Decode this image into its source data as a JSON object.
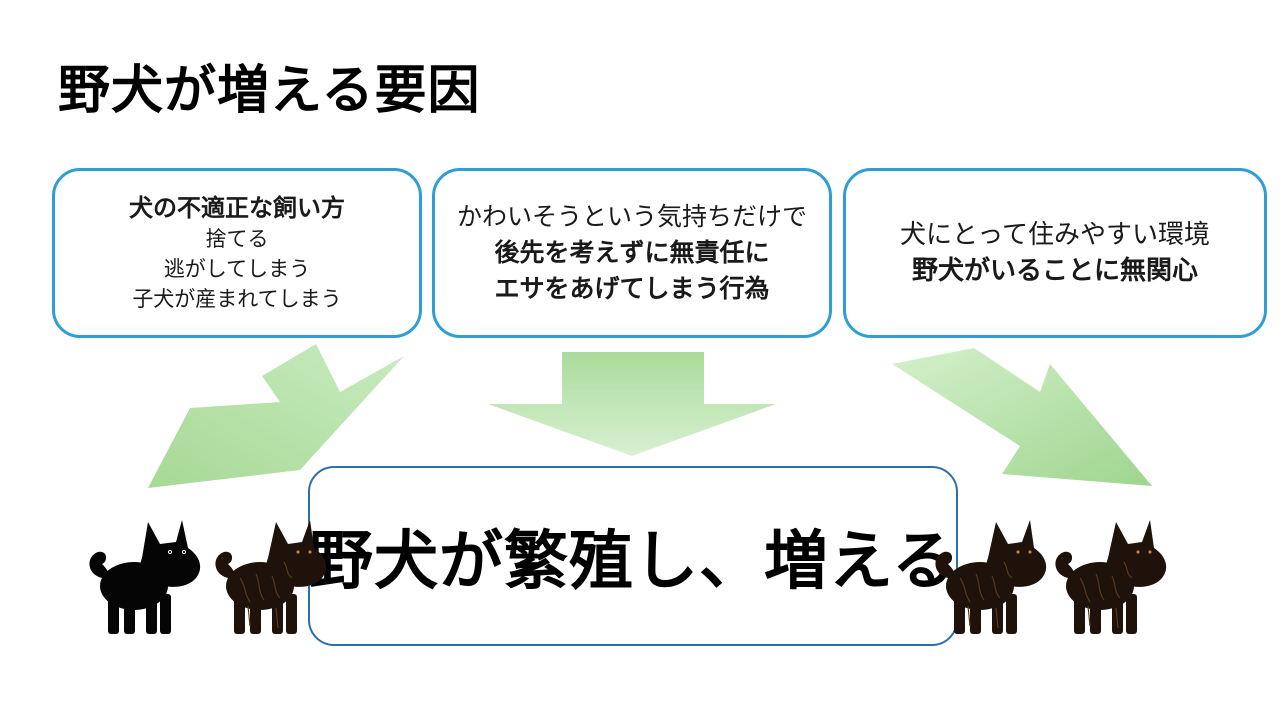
{
  "title": "野犬が増える要因",
  "causes": [
    {
      "id": "improper-keeping",
      "lines": [
        {
          "text": "犬の不適正な飼い方",
          "emphasis": true
        },
        {
          "text": "捨てる",
          "emphasis": false
        },
        {
          "text": "逃がしてしまう",
          "emphasis": false
        },
        {
          "text": "子犬が産まれてしまう",
          "emphasis": false
        }
      ]
    },
    {
      "id": "irresponsible-feeding",
      "lines": [
        {
          "text": "かわいそうという気持ちだけで",
          "emphasis": false
        },
        {
          "text": "後先を考えずに無責任に",
          "emphasis": true
        },
        {
          "text": "エサをあげてしまう行為",
          "emphasis": true
        }
      ]
    },
    {
      "id": "environment",
      "lines": [
        {
          "text": "犬にとって住みやすい環境",
          "emphasis": false
        },
        {
          "text": "野犬がいることに無関心",
          "emphasis": true
        }
      ]
    }
  ],
  "result": {
    "text": "野犬が繁殖し、増える"
  },
  "colors": {
    "box_border": "#2e9ed5",
    "emphasis_text": "#e00000",
    "arrow_fill_light": "#d7efcf",
    "arrow_fill_dark": "#9fd58f",
    "result_border": "#2f6fa8",
    "dog_black": "#050505",
    "dog_brindle": "#1e120a"
  },
  "icons": {
    "dogs": [
      "black-dog-icon",
      "brindle-dog-icon",
      "brindle-dog-icon",
      "brindle-dog-icon"
    ]
  }
}
